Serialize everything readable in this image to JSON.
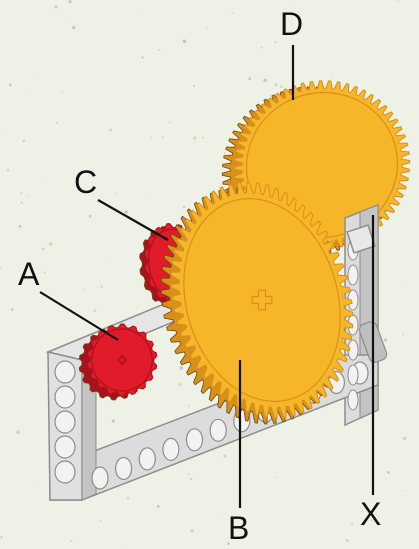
{
  "labels": {
    "gear_a": "A",
    "gear_b": "B",
    "gear_c": "C",
    "gear_d": "D",
    "axle_x": "X"
  },
  "colors": {
    "background": "#eef1e6",
    "gear_yellow": "#f6b62a",
    "gear_yellow_dark": "#d8901a",
    "gear_red": "#e21b2a",
    "gear_red_dark": "#a8121d",
    "frame_gray": "#dcdcdc",
    "frame_outline": "#8d8d8d",
    "axle_gray": "#bfbfbf"
  },
  "icons": {
    "frame": "lego-beam-frame",
    "gear_a": "small-red-gear",
    "gear_b": "large-yellow-gear",
    "gear_c": "small-red-gear-behind",
    "gear_d": "large-yellow-gear-behind",
    "axle": "cross-axle"
  }
}
